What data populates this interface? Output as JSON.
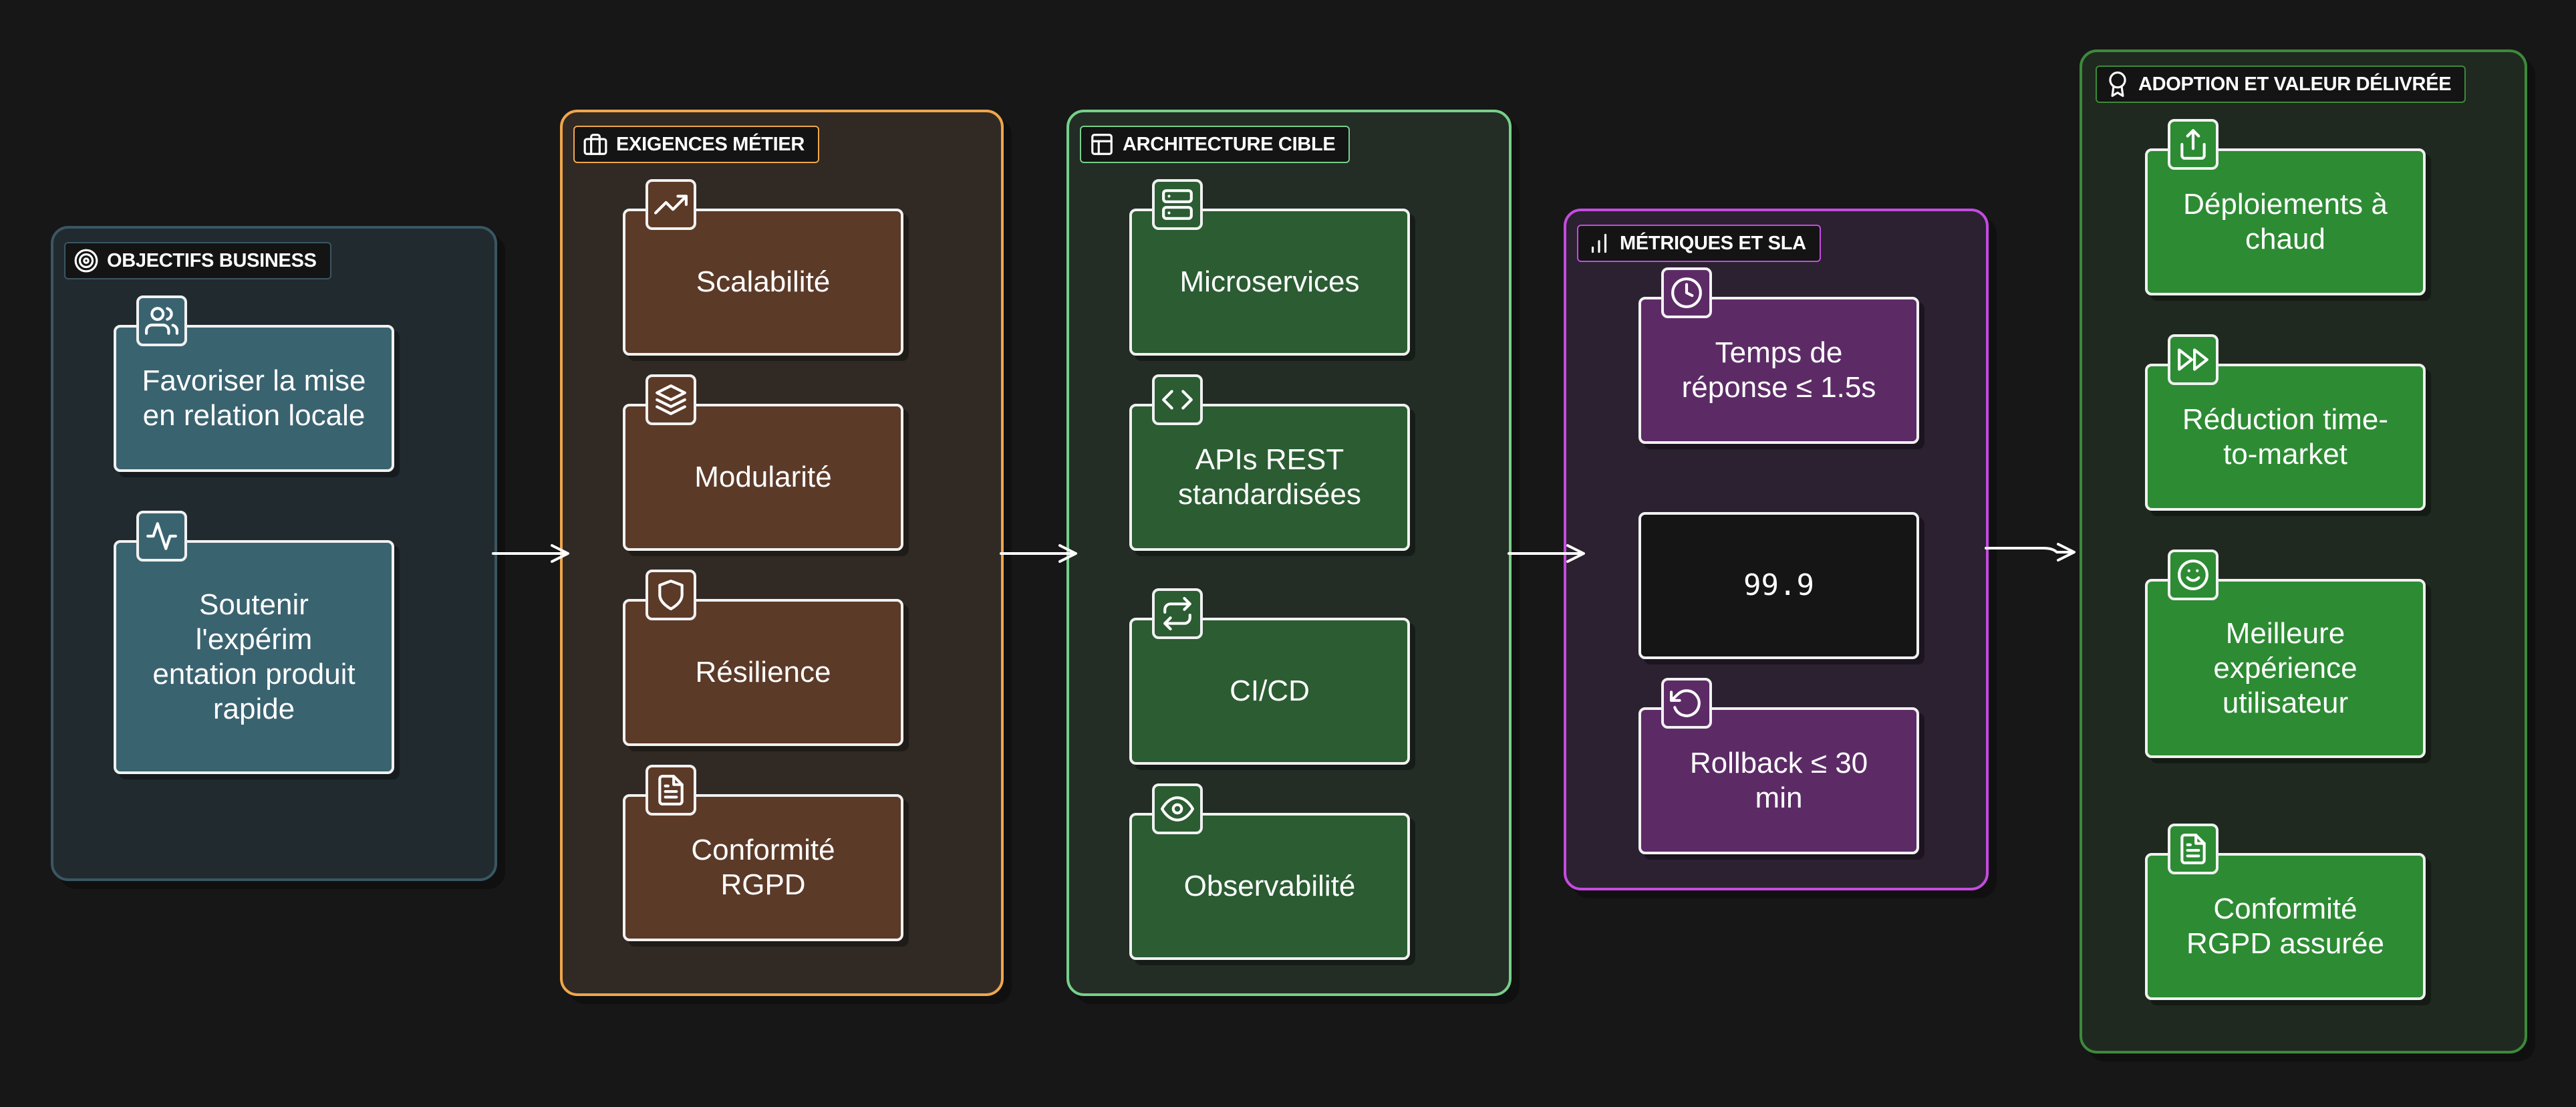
{
  "colors": {
    "background": "#171717",
    "objectives_fill": "#3a6370",
    "objectives_group_border": "#3b5663",
    "business_fill": "#5c3a28",
    "business_group_border": "#f0a64c",
    "architecture_fill": "#2b5c32",
    "architecture_group_border": "#77d089",
    "metrics_fill": "#5c2b66",
    "metrics_group_border": "#c54be0",
    "adoption_fill": "#2d8b33",
    "adoption_group_border": "#3b8a3b",
    "node_border": "#f1f1f1"
  },
  "groups": {
    "objectives": {
      "label": "OBJECTIFS BUSINESS",
      "icon": "target-icon",
      "nodes": [
        {
          "text": "Favoriser la mise en relation locale",
          "icon": "users-icon"
        },
        {
          "text": "Soutenir l'expérim entation produit rapide",
          "icon": "activity-icon"
        }
      ]
    },
    "business_requirements": {
      "label": "EXIGENCES MÉTIER",
      "icon": "briefcase-icon",
      "nodes": [
        {
          "text": "Scalabilité",
          "icon": "trending-up-icon"
        },
        {
          "text": "Modularité",
          "icon": "layers-icon"
        },
        {
          "text": "Résilience",
          "icon": "shield-icon"
        },
        {
          "text": "Conformité RGPD",
          "icon": "document-icon"
        }
      ]
    },
    "architecture": {
      "label": "ARCHITECTURE CIBLE",
      "icon": "layout-icon",
      "nodes": [
        {
          "text": "Microservices",
          "icon": "server-icon"
        },
        {
          "text": "APIs REST standardisées",
          "icon": "code-icon"
        },
        {
          "text": "CI/CD",
          "icon": "repeat-icon"
        },
        {
          "text": "Observabilité",
          "icon": "eye-icon"
        }
      ]
    },
    "metrics": {
      "label": "MÉTRIQUES ET SLA",
      "icon": "bar-chart-icon",
      "nodes": [
        {
          "text": "Temps de réponse ≤ 1.5s",
          "icon": "clock-icon"
        },
        {
          "text": "99.9",
          "icon": ""
        },
        {
          "text": "Rollback ≤ 30 min",
          "icon": "rotate-ccw-icon"
        }
      ]
    },
    "adoption": {
      "label": "ADOPTION ET VALEUR DÉLIVRÉE",
      "icon": "award-icon",
      "nodes": [
        {
          "text": "Déploiements à chaud",
          "icon": "upload-icon"
        },
        {
          "text": "Réduction time-to-market",
          "icon": "fast-forward-icon"
        },
        {
          "text": "Meilleure expérience utilisateur",
          "icon": "smile-icon"
        },
        {
          "text": "Conformité RGPD assurée",
          "icon": "document-icon"
        }
      ]
    }
  },
  "connections": [
    {
      "from": "objectives",
      "to": "business_requirements"
    },
    {
      "from": "business_requirements",
      "to": "architecture"
    },
    {
      "from": "architecture",
      "to": "metrics"
    },
    {
      "from": "metrics",
      "to": "adoption"
    }
  ]
}
